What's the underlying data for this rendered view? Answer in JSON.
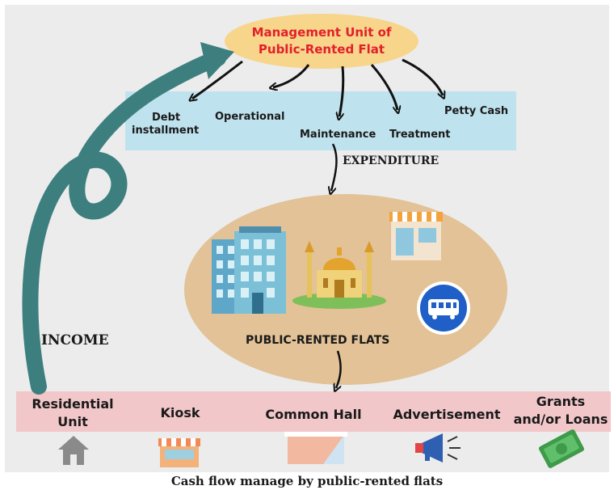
{
  "management_unit": {
    "line1": "Management Unit of",
    "line2": "Public-Rented Flat"
  },
  "expenditure": {
    "items": {
      "debt_line1": "Debt",
      "debt_line2": "installment",
      "operational": "Operational",
      "maintenance": "Maintenance",
      "treatment": "Treatment",
      "petty_cash": "Petty Cash"
    },
    "label": "EXPENDITURE"
  },
  "flats": {
    "label": "PUBLIC-RENTED FLATS"
  },
  "income": {
    "label": "INCOME"
  },
  "sources": {
    "residential_line1": "Residential",
    "residential_line2": "Unit",
    "kiosk": "Kiosk",
    "common_hall": "Common Hall",
    "advertisement": "Advertisement",
    "grants_line1": "Grants",
    "grants_line2": "and/or Loans"
  },
  "icons": [
    "house-icon",
    "kiosk-icon",
    "hall-icon",
    "megaphone-icon",
    "money-icon",
    "office-building-icon",
    "mosque-icon",
    "shop-icon",
    "bus-sign-icon"
  ],
  "colors": {
    "mgmt_text": "#e2202a",
    "mgmt_fill": "#f7d58b",
    "expenditure_band": "#bfe3ee",
    "income_band": "#f2c7c9",
    "flats_fill": "#e2c296",
    "income_arrow": "#3d7f7f"
  },
  "caption": "Cash flow manage by public-rented flats"
}
